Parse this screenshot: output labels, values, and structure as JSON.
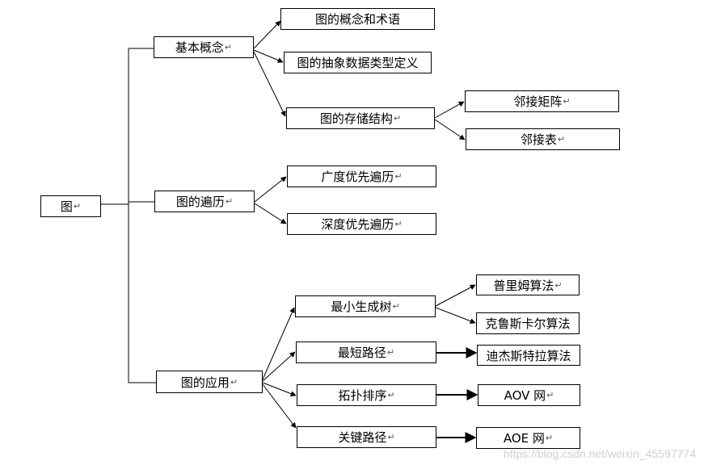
{
  "colors": {
    "line": "#000000",
    "box_border": "#000000",
    "watermark": "#d0d0d0"
  },
  "return_mark": "↵",
  "nodes": {
    "root": "图",
    "basic": "基本概念",
    "terms": "图的概念和术语",
    "adt": "图的抽象数据类型定义",
    "storage": "图的存储结构",
    "matrix": "邻接矩阵",
    "adjlist": "邻接表",
    "traversal": "图的遍历",
    "bfs": "广度优先遍历",
    "dfs": "深度优先遍历",
    "app": "图的应用",
    "mst": "最小生成树",
    "prim": "普里姆算法",
    "kruskal": "克鲁斯卡尔算法",
    "shortest": "最短路径",
    "dijkstra": "迪杰斯特拉算法",
    "topo": "拓扑排序",
    "aov": "AOV 网",
    "critical": "关键路径",
    "aoe": "AOE 网"
  },
  "watermark": "https://blog.csdn.net/weixin_45597774"
}
